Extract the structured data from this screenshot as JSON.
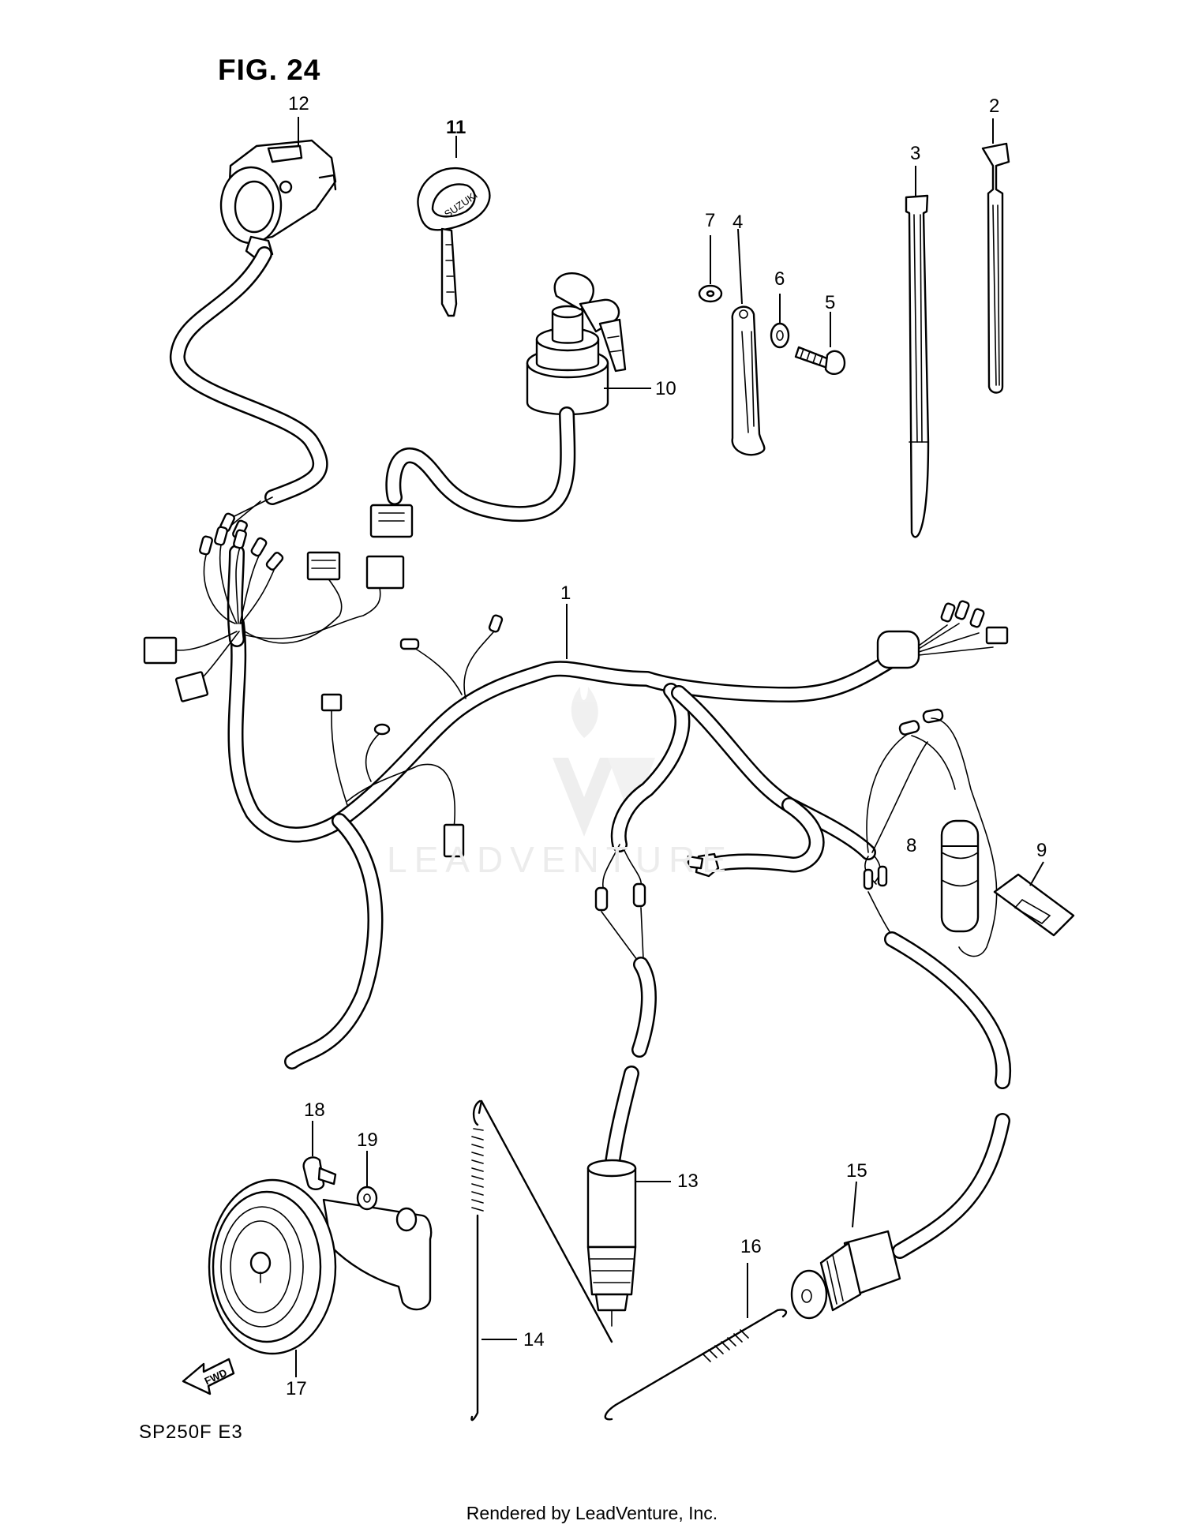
{
  "figure": {
    "title": "FIG. 24",
    "model_code": "SP250F  E3"
  },
  "watermark": {
    "text": "LEADVENTURE"
  },
  "footer": {
    "text": "Rendered by LeadVenture, Inc."
  },
  "callouts": [
    {
      "id": "1",
      "label": "1"
    },
    {
      "id": "2",
      "label": "2"
    },
    {
      "id": "3",
      "label": "3"
    },
    {
      "id": "4",
      "label": "4"
    },
    {
      "id": "5",
      "label": "5"
    },
    {
      "id": "6",
      "label": "6"
    },
    {
      "id": "7",
      "label": "7"
    },
    {
      "id": "8",
      "label": "8"
    },
    {
      "id": "9",
      "label": "9"
    },
    {
      "id": "10",
      "label": "10"
    },
    {
      "id": "11",
      "label": "11"
    },
    {
      "id": "12",
      "label": "12"
    },
    {
      "id": "13",
      "label": "13"
    },
    {
      "id": "14",
      "label": "14"
    },
    {
      "id": "15",
      "label": "15"
    },
    {
      "id": "16",
      "label": "16"
    },
    {
      "id": "17",
      "label": "17"
    },
    {
      "id": "18",
      "label": "18"
    },
    {
      "id": "19",
      "label": "19"
    }
  ],
  "fwd_arrow": {
    "label": "FWD"
  },
  "key_brand": {
    "label": "SUZUKI"
  }
}
